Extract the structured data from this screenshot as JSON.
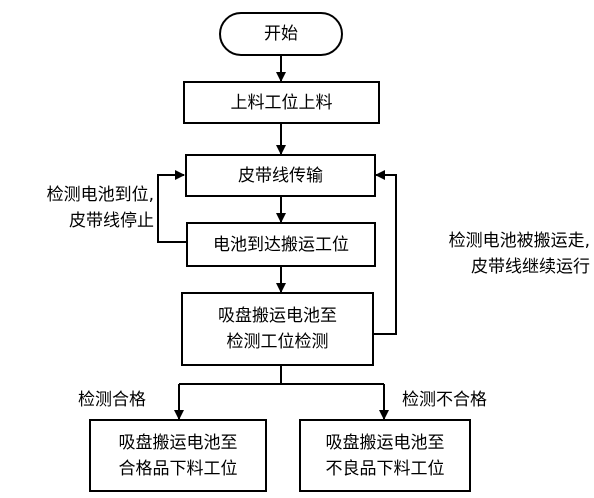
{
  "nodes": {
    "start": "开始",
    "feed": "上料工位上料",
    "conveyor": "皮带线传输",
    "arrive": "电池到达搬运工位",
    "transfer_inspect": [
      "吸盘搬运电池至",
      "检测工位检测"
    ],
    "to_qualified": [
      "吸盘搬运电池至",
      "合格品下料工位"
    ],
    "to_defective": [
      "吸盘搬运电池至",
      "不良品下料工位"
    ]
  },
  "edge_labels": {
    "stop_loop": [
      "检测电池到位,",
      "皮带线停止"
    ],
    "continue_loop": [
      "检测电池被搬运走,",
      "皮带线继续运行"
    ],
    "qualified": "检测合格",
    "unqualified": "检测不合格"
  }
}
